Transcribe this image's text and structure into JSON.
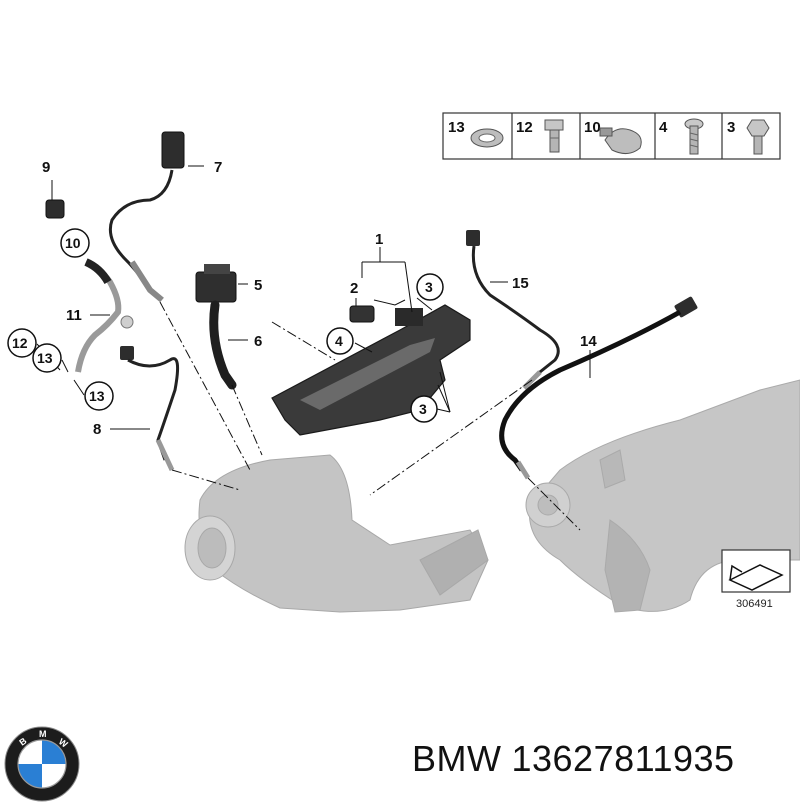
{
  "diagram": {
    "reference_number": "306491",
    "callouts": [
      "1",
      "2",
      "3",
      "3",
      "4",
      "5",
      "6",
      "7",
      "8",
      "9",
      "10",
      "11",
      "12",
      "13",
      "13",
      "14",
      "15"
    ],
    "hardware_table": [
      {
        "num": "13",
        "icon": "washer-icon"
      },
      {
        "num": "12",
        "icon": "banjo-bolt-icon"
      },
      {
        "num": "10",
        "icon": "hose-clamp-icon"
      },
      {
        "num": "4",
        "icon": "screw-icon"
      },
      {
        "num": "3",
        "icon": "hex-bolt-icon"
      }
    ]
  },
  "footer": {
    "brand": "BMW",
    "part_number": "13627811935",
    "logo_icon": "bmw-roundel-icon"
  },
  "colors": {
    "ink": "#111111",
    "part_gray": "#b8b8b8",
    "background": "#ffffff"
  }
}
